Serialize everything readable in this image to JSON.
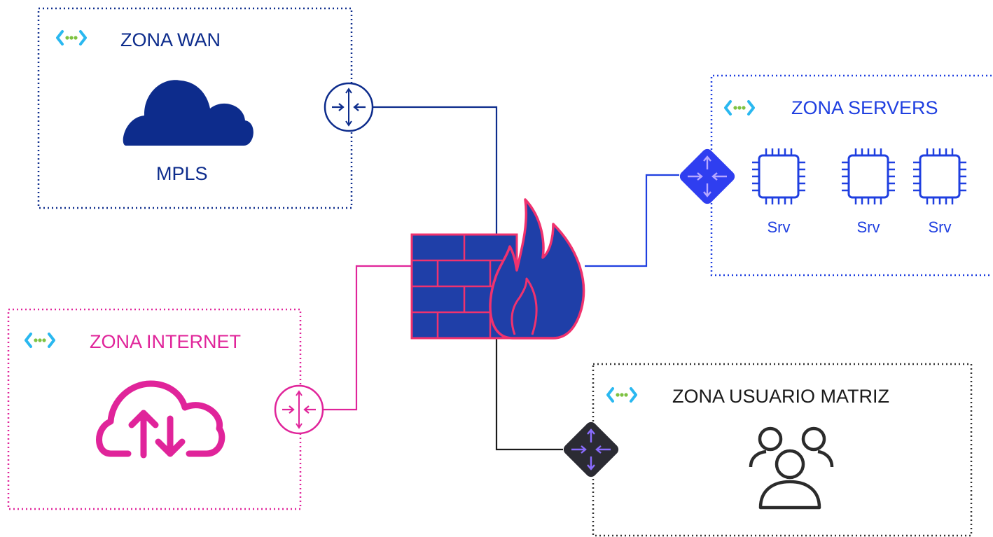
{
  "colors": {
    "wan": "#0d2c8c",
    "internet": "#e0249a",
    "servers": "#1f3fe0",
    "users": "#333333",
    "firewall_fill": "#1f3fa8",
    "firewall_stroke": "#f0326e",
    "router_blue": "#2f3ef0",
    "router_dark": "#2b2b33",
    "router_arrow": "#8a6cff",
    "peer_icon_left": "#2ab8f0",
    "peer_icon_dots": "#7ec242"
  },
  "zones": {
    "wan": {
      "title": "ZONA WAN",
      "icon": "virtual-network-icon",
      "cloud_label": "MPLS"
    },
    "internet": {
      "title": "ZONA INTERNET",
      "icon": "virtual-network-icon"
    },
    "servers": {
      "title": "ZONA SERVERS",
      "icon": "virtual-network-icon",
      "servers": [
        {
          "label": "Srv"
        },
        {
          "label": "Srv"
        },
        {
          "label": "Srv"
        }
      ]
    },
    "users": {
      "title": "ZONA USUARIO MATRIZ",
      "icon": "virtual-network-icon"
    }
  },
  "central": {
    "icon": "firewall-icon"
  }
}
